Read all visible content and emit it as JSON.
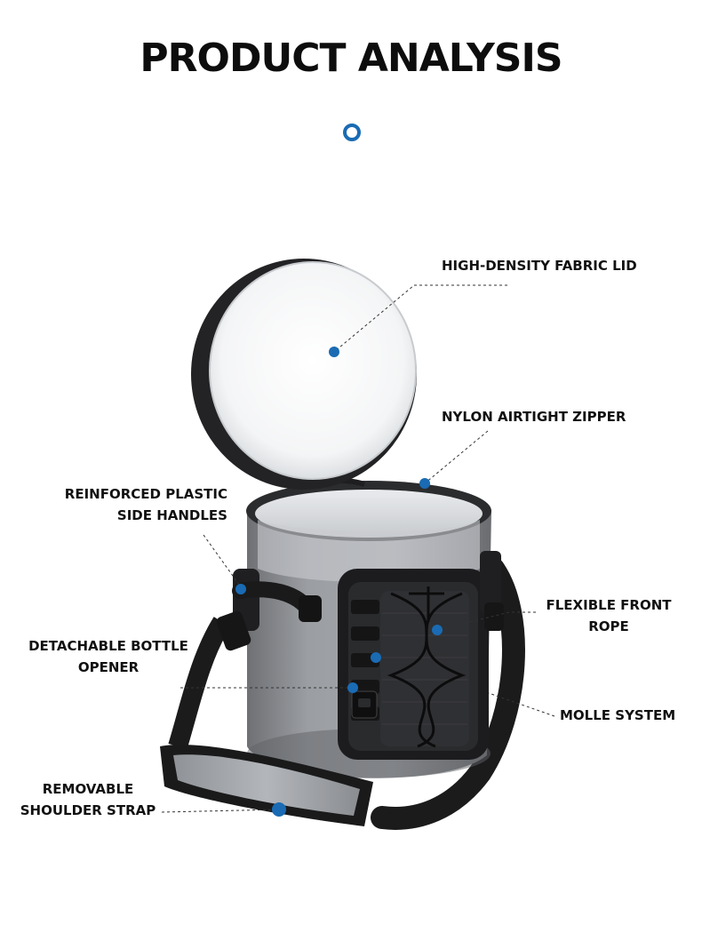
{
  "heading": "PRODUCT ANALYSIS",
  "accent_color": "#1a6bb3",
  "callouts": {
    "lid": "HIGH-DENSITY FABRIC LID",
    "zipper": "NYLON AIRTIGHT ZIPPER",
    "handles_line1": "REINFORCED PLASTIC",
    "handles_line2": "SIDE HANDLES",
    "rope_line1": "FLEXIBLE FRONT",
    "rope_line2": "ROPE",
    "opener_line1": "DETACHABLE BOTTLE",
    "opener_line2": "OPENER",
    "molle": "MOLLE SYSTEM",
    "strap_line1": "REMOVABLE",
    "strap_line2": "SHOULDER STRAP"
  }
}
